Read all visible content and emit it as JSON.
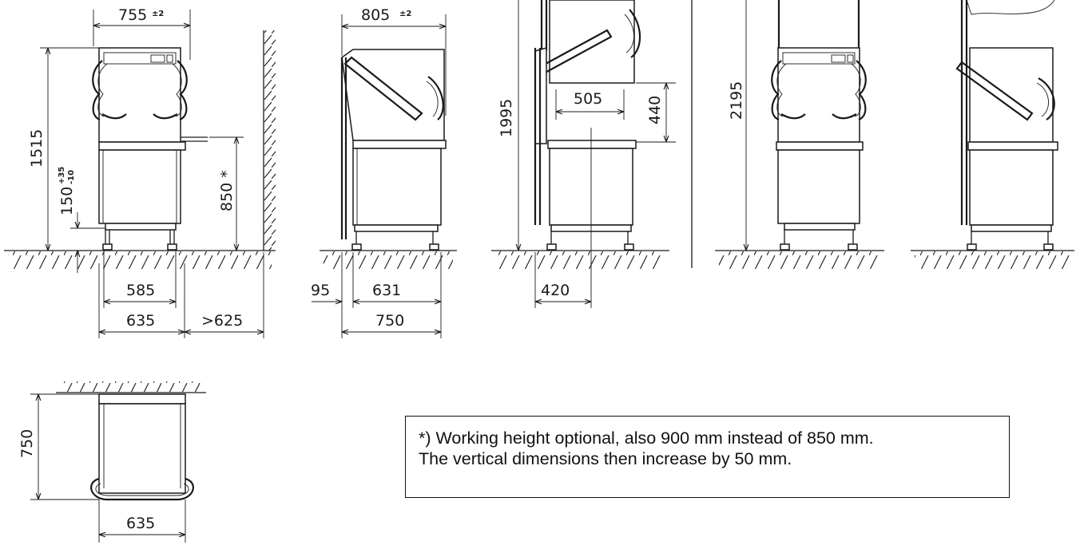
{
  "front_view": {
    "width": "755",
    "width_tolerance": "±2",
    "height": "1515",
    "foot_height": "150",
    "foot_tolerance_plus": "+35",
    "foot_tolerance_minus": "-10",
    "working_height": "850 *",
    "foot_spacing": "585",
    "base_width": "635",
    "wall_clearance": ">625"
  },
  "side_view": {
    "depth": "805",
    "depth_tolerance": "±2",
    "hood_offset": "95",
    "foot_spacing": "631",
    "base_depth": "750"
  },
  "open_side_view": {
    "total_height": "1995",
    "opening_width": "505",
    "opening_height": "440",
    "center_offset": "420"
  },
  "open_front_view": {
    "total_height": "2195"
  },
  "top_view": {
    "depth": "750",
    "width": "635"
  },
  "note": {
    "line1": "*) Working height optional, also 900 mm instead of 850 mm.",
    "line2": "The vertical dimensions then increase by 50 mm."
  }
}
